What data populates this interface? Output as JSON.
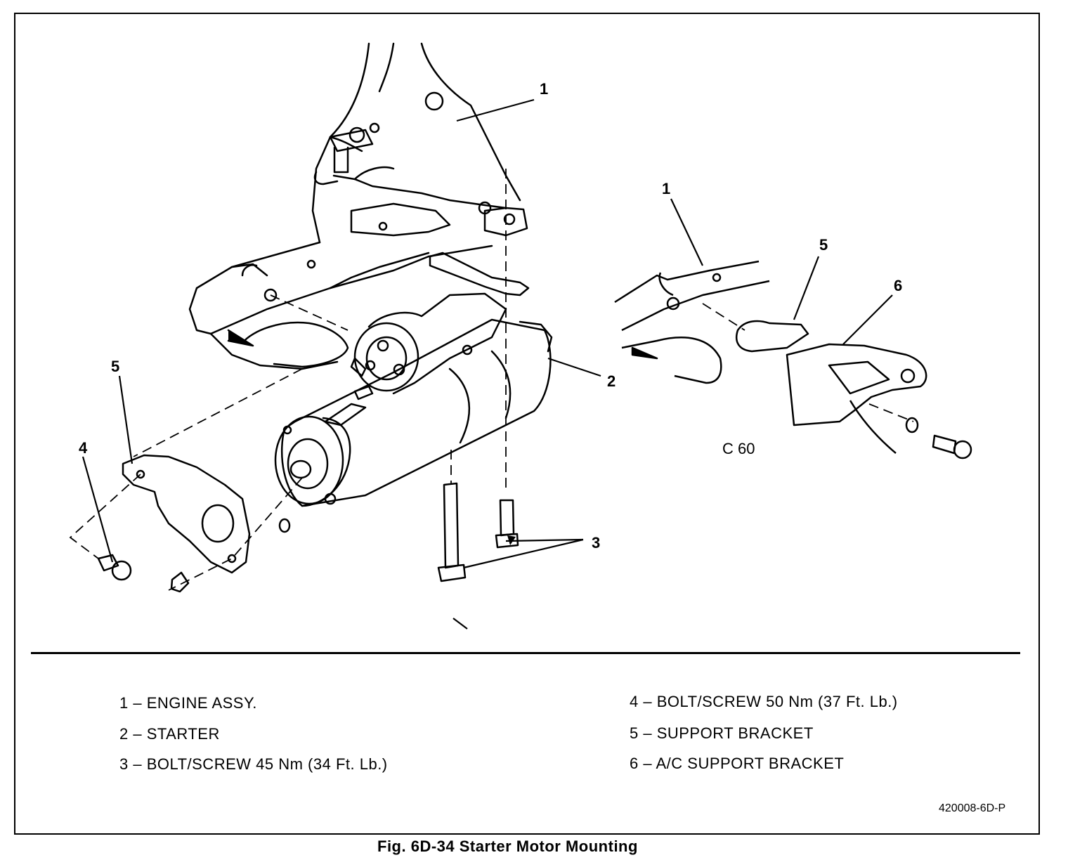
{
  "callouts": {
    "main_1": "1",
    "main_2": "2",
    "main_3": "3",
    "main_4": "4",
    "main_5": "5",
    "inset_1": "1",
    "inset_5": "5",
    "inset_6": "6"
  },
  "inset_label": "C 60",
  "legend": {
    "left": [
      "1 – ENGINE ASSY.",
      "2 – STARTER",
      "3 – BOLT/SCREW 45 Nm (34 Ft. Lb.)"
    ],
    "right": [
      "4 – BOLT/SCREW 50 Nm (37 Ft. Lb.)",
      "5 – SUPPORT BRACKET",
      "6 – A/C SUPPORT BRACKET"
    ]
  },
  "figure_id": "420008-6D-P",
  "caption": "Fig. 6D-34 Starter Motor Mounting"
}
